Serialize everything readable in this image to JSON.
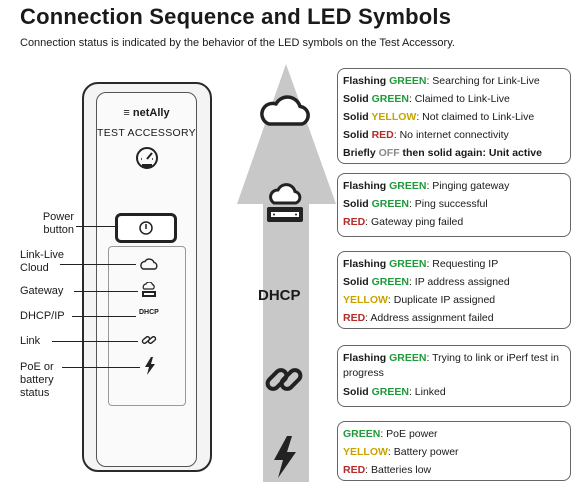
{
  "header": {
    "title": "Connection Sequence and LED Symbols",
    "subtitle": "Connection status is indicated by the behavior of the LED symbols on the Test Accessory."
  },
  "device": {
    "brand": "netAlly",
    "product": "TEST ACCESSORY",
    "dhcp_led": "DHCP"
  },
  "labels": {
    "power": [
      "Power",
      "button"
    ],
    "cloud": [
      "Link-Live",
      "Cloud"
    ],
    "gateway": "Gateway",
    "dhcp": "DHCP/IP",
    "link": "Link",
    "poe": [
      "PoE or",
      "battery",
      "status"
    ]
  },
  "arrow": {
    "dhcp_label": "DHCP"
  },
  "colors": {
    "green": "#1f9a3a",
    "yellow": "#c9a200",
    "red": "#b52a2a",
    "off": "#888888"
  },
  "boxes": {
    "cloud": [
      {
        "pre": "Flashing ",
        "color_word": "GREEN",
        "tone": "g",
        "rest": ": Searching for Link-Live"
      },
      {
        "pre": "Solid ",
        "color_word": "GREEN",
        "tone": "g",
        "rest": ": Claimed to Link-Live"
      },
      {
        "pre": "Solid ",
        "color_word": "YELLOW",
        "tone": "y",
        "rest": ": Not claimed to Link-Live"
      },
      {
        "pre": "Solid ",
        "color_word": "RED",
        "tone": "r",
        "rest": ": No internet connectivity"
      },
      {
        "pre": "Briefly ",
        "color_word": "OFF",
        "tone": "k",
        "rest": " then solid again: Unit active"
      }
    ],
    "gateway": [
      {
        "pre": "Flashing ",
        "color_word": "GREEN",
        "tone": "g",
        "rest": ": Pinging gateway"
      },
      {
        "pre": "Solid ",
        "color_word": "GREEN",
        "tone": "g",
        "rest": ": Ping successful"
      },
      {
        "pre": "",
        "color_word": "RED",
        "tone": "r",
        "rest": ": Gateway ping failed"
      }
    ],
    "dhcp": [
      {
        "pre": "Flashing ",
        "color_word": "GREEN",
        "tone": "g",
        "rest": ": Requesting IP"
      },
      {
        "pre": "Solid ",
        "color_word": "GREEN",
        "tone": "g",
        "rest": ": IP address assigned"
      },
      {
        "pre": "",
        "color_word": "YELLOW",
        "tone": "y",
        "rest": ": Duplicate IP assigned"
      },
      {
        "pre": "",
        "color_word": "RED",
        "tone": "r",
        "rest": ": Address assignment failed"
      }
    ],
    "link": [
      {
        "pre": "Flashing ",
        "color_word": "GREEN",
        "tone": "g",
        "rest": ": Trying to link or iPerf test in progress",
        "wrap": true
      },
      {
        "pre": "Solid ",
        "color_word": "GREEN",
        "tone": "g",
        "rest": ": Linked"
      }
    ],
    "power": [
      {
        "pre": "",
        "color_word": "GREEN",
        "tone": "g",
        "rest": ": PoE power"
      },
      {
        "pre": "",
        "color_word": "YELLOW",
        "tone": "y",
        "rest": ": Battery power"
      },
      {
        "pre": "",
        "color_word": "RED",
        "tone": "r",
        "rest": ": Batteries low"
      }
    ]
  }
}
